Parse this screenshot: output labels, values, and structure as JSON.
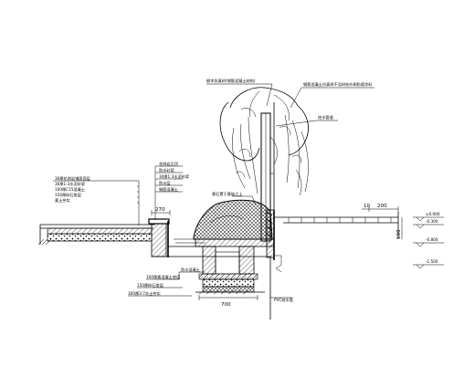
{
  "callouts": {
    "left": [
      "30厚花岗岩铺面面层",
      "30厚1:3水泥砂浆",
      "100厚C15混凝土",
      "150厚碎石垫层",
      "素土夯实"
    ],
    "top_tree": "柳木仿真树(钢筋混凝土结构)",
    "top_right": "钢筋混凝土仿真树干及树枝外刷防腐涂料",
    "right_pipe": "给水管道",
    "middle": [
      "花岗岩压顶",
      "防水砂浆",
      "30厚1:3水泥砂浆",
      "防水层",
      "钢筋混凝土"
    ],
    "rock": "景石置于基础之上",
    "lower": [
      "防水混凝土",
      "100厚素混凝土垫层",
      "150厚碎石垫层",
      "300厚3:7灰土夯实"
    ],
    "bottom_right": "PVC给水管"
  },
  "dimensions": {
    "d_10": "10",
    "d_200": "200",
    "d_270": "270",
    "d_700": "700",
    "d_100": "100"
  },
  "elevations": [
    "±0.000",
    "-0.300",
    "-0.800",
    "-1.500"
  ]
}
